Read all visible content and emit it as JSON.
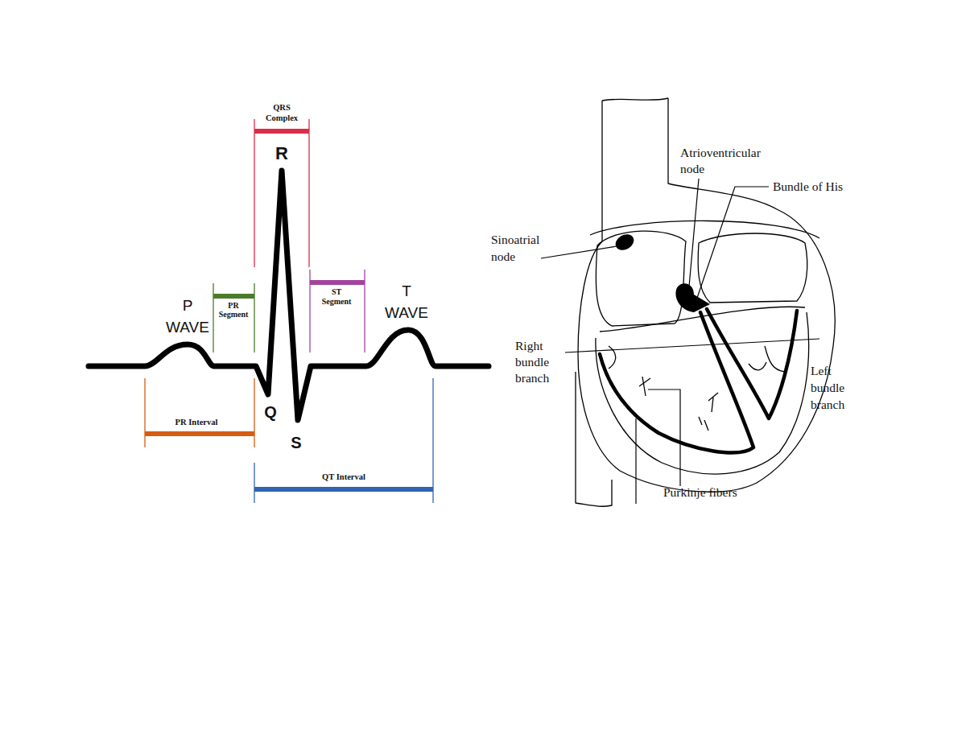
{
  "diagram": {
    "labels": [
      "QRS Complex",
      "R",
      "P WAVE",
      "PR Segment",
      "Q",
      "S",
      "ST Segment",
      "T WAVE",
      "PR Interval",
      "QT Interval",
      "Sinoatrial node",
      "Atrioventricular node",
      "Bundle of His",
      "Right bundle branch",
      "Left bundle branch",
      "Purkinje fibers"
    ]
  }
}
